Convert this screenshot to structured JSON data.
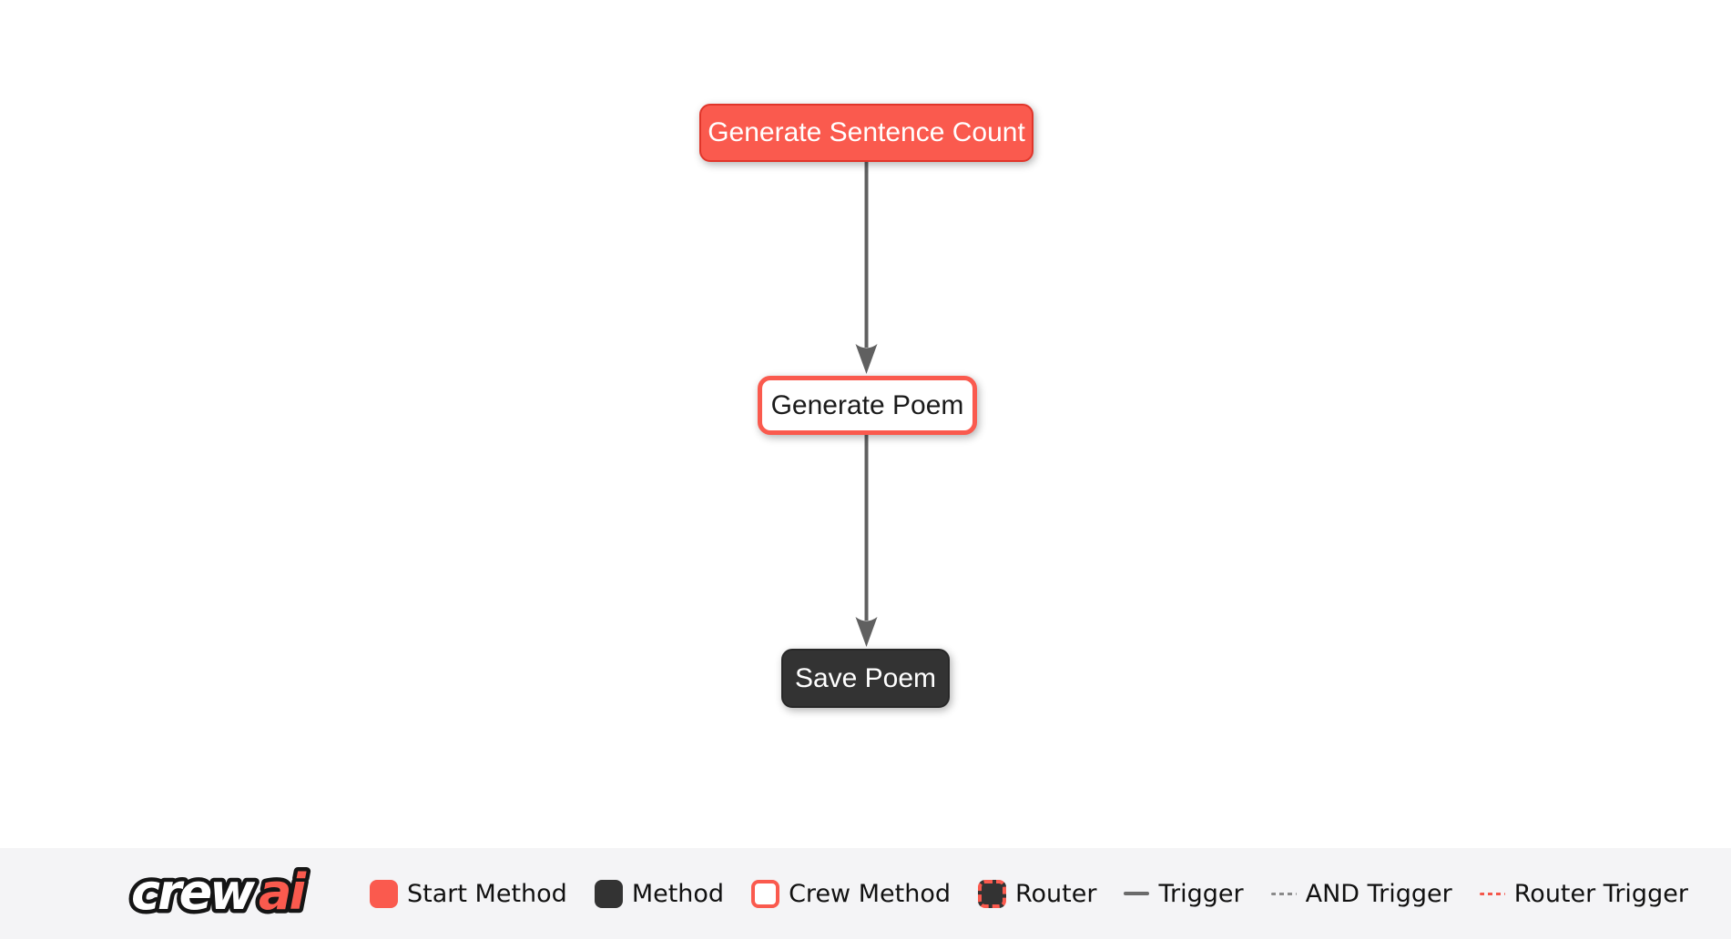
{
  "flow": {
    "nodes": [
      {
        "label": "Generate Sentence Count",
        "type": "start-method"
      },
      {
        "label": "Generate Poem",
        "type": "crew-method"
      },
      {
        "label": "Save Poem",
        "type": "method"
      }
    ],
    "edges": [
      {
        "from": "Generate Sentence Count",
        "to": "Generate Poem",
        "type": "trigger"
      },
      {
        "from": "Generate Poem",
        "to": "Save Poem",
        "type": "trigger"
      }
    ]
  },
  "legend": {
    "logo": {
      "part1": "crew",
      "part2": "ai"
    },
    "items": [
      {
        "label": "Start Method",
        "swatch": "start-method"
      },
      {
        "label": "Method",
        "swatch": "method"
      },
      {
        "label": "Crew Method",
        "swatch": "crew-method"
      },
      {
        "label": "Router",
        "swatch": "router"
      },
      {
        "label": "Trigger",
        "swatch": "trigger-line"
      },
      {
        "label": "AND Trigger",
        "swatch": "and-trigger-line"
      },
      {
        "label": "Router Trigger",
        "swatch": "router-trigger-line"
      }
    ]
  },
  "colors": {
    "brand_red": "#FA5A4E",
    "brand_red_border": "#E1352A",
    "dark_node": "#333333",
    "edge_gray": "#606060",
    "legend_bar_bg": "#f4f4f6",
    "canvas_bg": "#ffffff"
  }
}
